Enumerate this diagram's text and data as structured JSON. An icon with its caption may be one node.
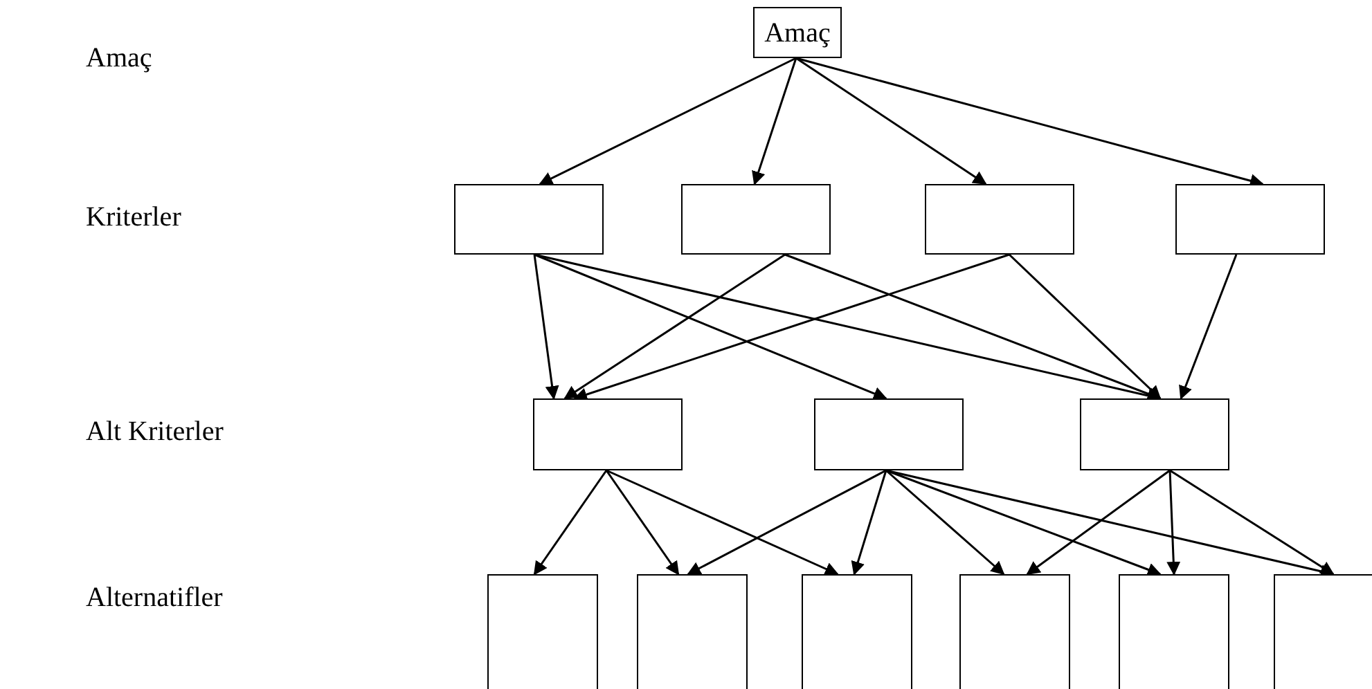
{
  "diagram": {
    "nodes": [
      {
        "text": [
          "Amaç"
        ]
      },
      {
        "text": [],
        "shape": "box"
      },
      {
        "text": [],
        "shape": "box"
      },
      {
        "text": [],
        "shape": "box"
      },
      {
        "text": [],
        "shape": "box"
      },
      {
        "text": [],
        "shape": "box"
      },
      {
        "text": [],
        "shape": "box"
      },
      {
        "text": [],
        "shape": "box"
      },
      {
        "text": [],
        "shape": "box"
      },
      {
        "text": [],
        "shape": "box"
      },
      {
        "text": [],
        "shape": "box"
      },
      {
        "text": [],
        "shape": "box"
      },
      {
        "text": [],
        "shape": "box"
      },
      {
        "text": [],
        "shape": "box"
      }
    ],
    "edges": [
      {
        "from": 0,
        "to": 1,
        "arrow": "to"
      },
      {
        "from": 0,
        "to": 2,
        "arrow": "to"
      },
      {
        "from": 0,
        "to": 3,
        "arrow": "to"
      },
      {
        "from": 0,
        "to": 4,
        "arrow": "to"
      },
      {
        "from": 1,
        "to": 5,
        "arrow": "to"
      },
      {
        "from": 1,
        "to": 6,
        "arrow": "to"
      },
      {
        "from": 1,
        "to": 7,
        "arrow": "to"
      },
      {
        "from": 2,
        "to": 5,
        "arrow": "to"
      },
      {
        "from": 2,
        "to": 7,
        "arrow": "to"
      },
      {
        "from": 3,
        "to": 5,
        "arrow": "to"
      },
      {
        "from": 3,
        "to": 7,
        "arrow": "to"
      },
      {
        "from": 4,
        "to": 7,
        "arrow": "to"
      },
      {
        "from": 5,
        "to": 8,
        "arrow": "to"
      },
      {
        "from": 5,
        "to": 9,
        "arrow": "to"
      },
      {
        "from": 5,
        "to": 10,
        "arrow": "to"
      },
      {
        "from": 6,
        "to": 9,
        "arrow": "to"
      },
      {
        "from": 6,
        "to": 10,
        "arrow": "to"
      },
      {
        "from": 6,
        "to": 11,
        "arrow": "to"
      },
      {
        "from": 6,
        "to": 12,
        "arrow": "to"
      },
      {
        "from": 6,
        "to": 13,
        "arrow": "to"
      },
      {
        "from": 7,
        "to": 11,
        "arrow": "to"
      },
      {
        "from": 7,
        "to": 12,
        "arrow": "to"
      },
      {
        "from": 7,
        "to": 13,
        "arrow": "to"
      }
    ],
    "labels": [
      "Amaç",
      "Kriterler",
      "Alt Kriterler",
      "Alternatifler"
    ]
  }
}
